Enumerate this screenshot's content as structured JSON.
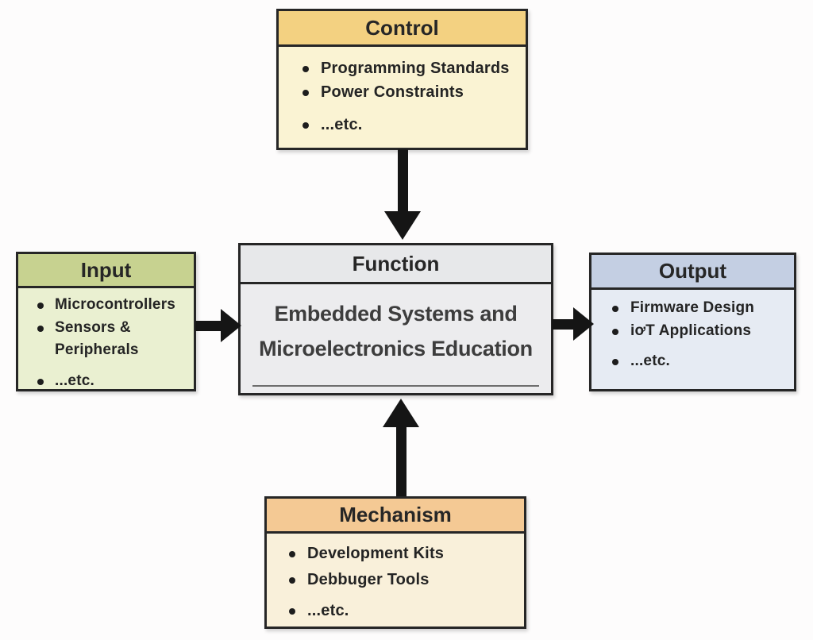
{
  "colors": {
    "page_bg": "#fdfcfc",
    "border": "#262626",
    "arrow": "#151515",
    "control_header_bg": "#f3d181",
    "control_body_bg": "#faf3d3",
    "input_header_bg": "#c7d290",
    "input_body_bg": "#eaf0d1",
    "function_header_bg": "#e7e8ea",
    "function_body_bg": "#ececee",
    "output_header_bg": "#c4cfe3",
    "output_body_bg": "#e6ebf3",
    "mechanism_header_bg": "#f4c994",
    "mechanism_body_bg": "#f9f0da"
  },
  "diagram": {
    "type": "idef0-function-diagram",
    "nodes": {
      "control": {
        "title": "Control",
        "items": [
          "Programming Standards",
          "Power Constraints",
          "...etc."
        ]
      },
      "input": {
        "title": "Input",
        "items": [
          "Microcontrollers",
          "Sensors & Peripherals",
          "...etc."
        ]
      },
      "function": {
        "title": "Function",
        "label": "Embedded Systems and Microelectronics Education"
      },
      "output": {
        "title": "Output",
        "items": [
          "Firmware Design",
          "iơT Applications",
          "...etc."
        ]
      },
      "mechanism": {
        "title": "Mechanism",
        "items": [
          "Development Kits",
          "Debbuger Tools",
          "...etc."
        ]
      }
    },
    "edges": [
      {
        "from": "control",
        "to": "function",
        "direction": "down"
      },
      {
        "from": "input",
        "to": "function",
        "direction": "right"
      },
      {
        "from": "function",
        "to": "output",
        "direction": "right"
      },
      {
        "from": "mechanism",
        "to": "function",
        "direction": "up"
      }
    ]
  }
}
